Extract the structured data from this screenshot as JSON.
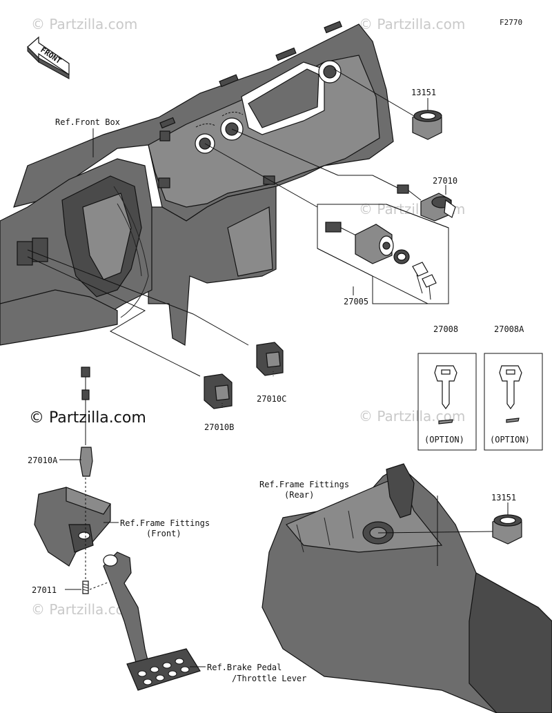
{
  "figure_code": "F2770",
  "front_arrow": "FRONT",
  "watermarks": {
    "light": "© Partzilla.com",
    "dark": "© Partzilla.com"
  },
  "callouts": {
    "p13151_top": "13151",
    "p27010": "27010",
    "p27005": "27005",
    "p27008": "27008",
    "p27008a": "27008A",
    "p27010c": "27010C",
    "p27010b": "27010B",
    "p27010a": "27010A",
    "p27011": "27011",
    "p13151_bottom": "13151"
  },
  "option_labels": {
    "p27008": "(OPTION)",
    "p27008a": "(OPTION)"
  },
  "references": {
    "front_box": "Ref.Front Box",
    "frame_rear_line1": "Ref.Frame Fittings",
    "frame_rear_line2": "(Rear)",
    "frame_front_line1": "Ref.Frame Fittings",
    "frame_front_line2": "(Front)",
    "brake_line1": "Ref.Brake Pedal",
    "brake_line2": "/Throttle Lever"
  }
}
